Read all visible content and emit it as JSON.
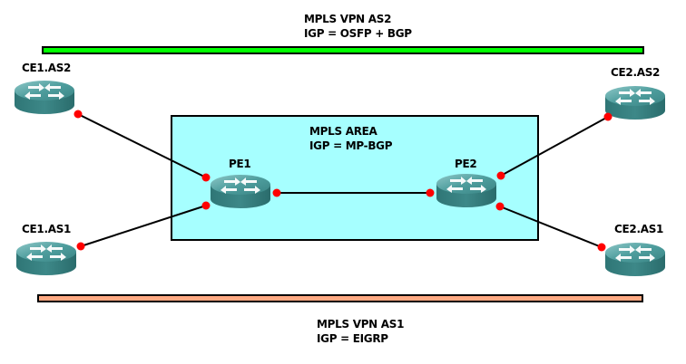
{
  "diagram": {
    "top_band": {
      "title": "MPLS VPN AS2",
      "subtitle": "IGP = OSFP + BGP",
      "color": "#00ff00"
    },
    "bottom_band": {
      "title": "MPLS VPN AS1",
      "subtitle": "IGP = EIGRP",
      "color": "#ffa982"
    },
    "core_area": {
      "title": "MPLS AREA",
      "subtitle": "IGP = MP-BGP",
      "color": "#a6ffff"
    },
    "routers": [
      {
        "id": "ce1as2",
        "label": "CE1.AS2"
      },
      {
        "id": "ce1as1",
        "label": "CE1.AS1"
      },
      {
        "id": "pe1",
        "label": "PE1"
      },
      {
        "id": "pe2",
        "label": "PE2"
      },
      {
        "id": "ce2as2",
        "label": "CE2.AS2"
      },
      {
        "id": "ce2as1",
        "label": "CE2.AS1"
      }
    ],
    "links": [
      {
        "from": "ce1as2",
        "to": "pe1"
      },
      {
        "from": "ce1as1",
        "to": "pe1"
      },
      {
        "from": "pe1",
        "to": "pe2"
      },
      {
        "from": "pe2",
        "to": "ce2as2"
      },
      {
        "from": "pe2",
        "to": "ce2as1"
      }
    ],
    "port_color": "#ff0000",
    "router_color": "#3e8a8a"
  }
}
